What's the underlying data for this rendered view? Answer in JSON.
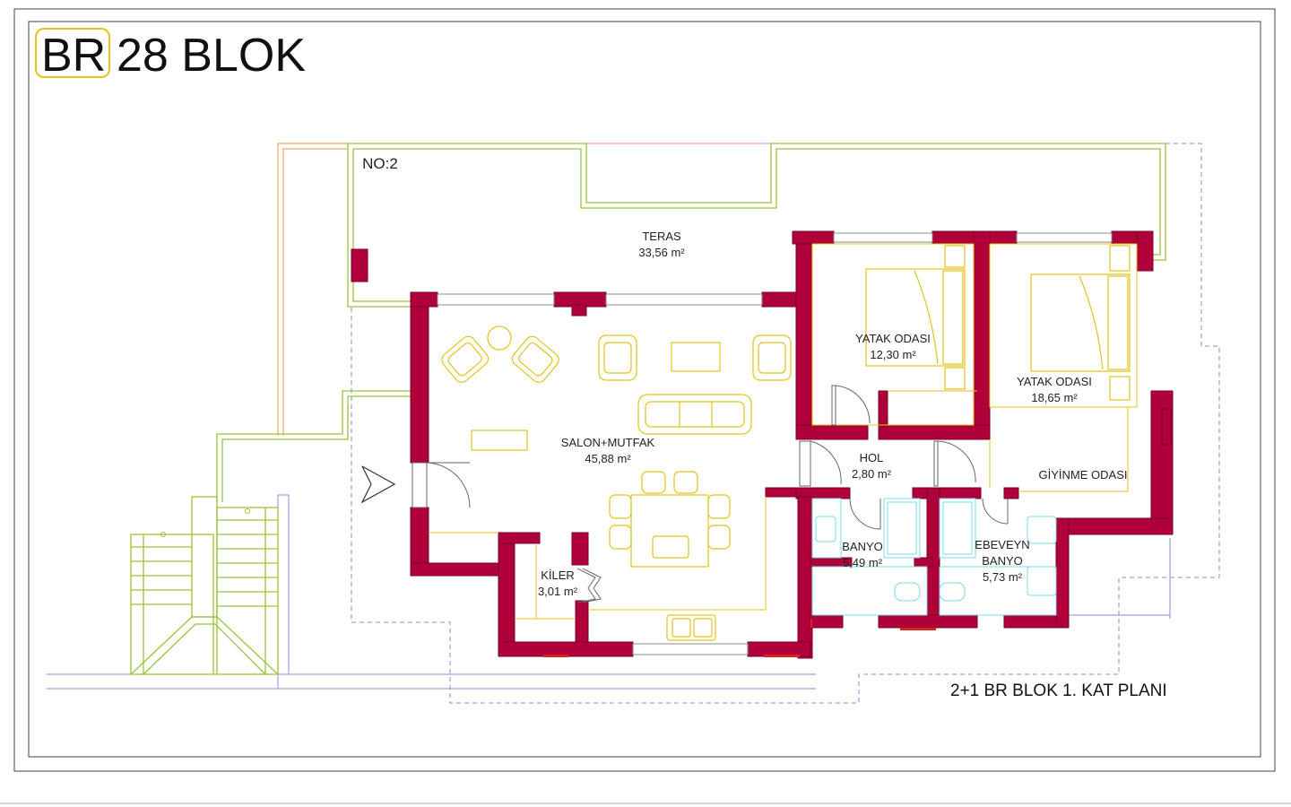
{
  "title": {
    "br": "BR",
    "rest": "28 BLOK"
  },
  "plan_label": "2+1 BR BLOK 1. KAT  PLANI",
  "unit_label": "NO:2",
  "rooms": {
    "teras": {
      "name": "TERAS",
      "area": "33,56 m²"
    },
    "yatak1": {
      "name": "YATAK ODASI",
      "area": "12,30 m²"
    },
    "yatak2": {
      "name": "YATAK ODASI",
      "area": "18,65 m²"
    },
    "salon": {
      "name": "SALON+MUTFAK",
      "area": "45,88 m²"
    },
    "hol": {
      "name": "HOL",
      "area": "2,80 m²"
    },
    "giyinme": {
      "name": "GİYİNME ODASI"
    },
    "banyo": {
      "name": "BANYO",
      "area": "5,49 m²"
    },
    "ebeveyn": {
      "name1": "EBEVEYN",
      "name2": "BANYO",
      "area": "5,73 m²"
    },
    "kiler": {
      "name": "KİLER",
      "area": "3,01 m²"
    }
  },
  "colors": {
    "wall": "#b0003a",
    "furniture": "#e6c21a",
    "railing": "#9ac23a",
    "title_box": "#e6c21a"
  }
}
